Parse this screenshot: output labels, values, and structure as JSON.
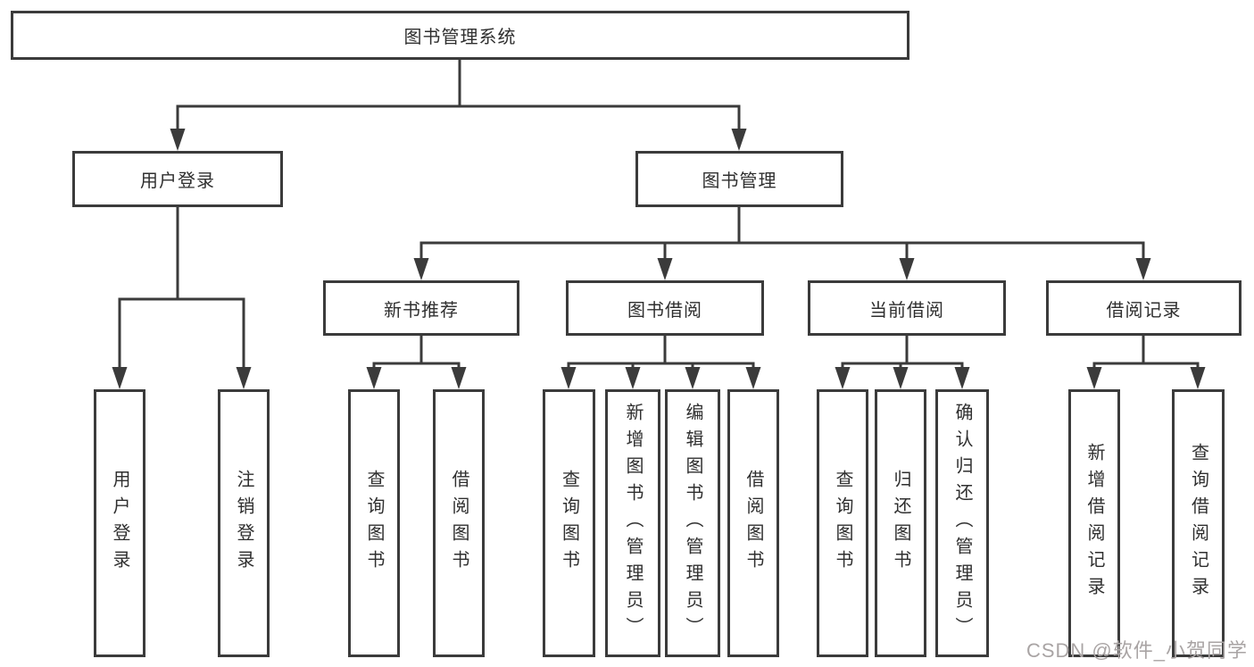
{
  "root": {
    "label": "图书管理系统"
  },
  "branches": [
    {
      "label": "用户登录",
      "children": [
        {
          "label": "用户登录"
        },
        {
          "label": "注销登录"
        }
      ]
    },
    {
      "label": "图书管理",
      "groups": [
        {
          "label": "新书推荐",
          "children": [
            {
              "label": "查询图书"
            },
            {
              "label": "借阅图书"
            }
          ]
        },
        {
          "label": "图书借阅",
          "children": [
            {
              "label": "查询图书"
            },
            {
              "label": "新增图书（管理员）"
            },
            {
              "label": "编辑图书（管理员）"
            },
            {
              "label": "借阅图书"
            }
          ]
        },
        {
          "label": "当前借阅",
          "children": [
            {
              "label": "查询图书"
            },
            {
              "label": "归还图书"
            },
            {
              "label": "确认归还（管理员）"
            }
          ]
        },
        {
          "label": "借阅记录",
          "children": [
            {
              "label": "新增借阅记录"
            },
            {
              "label": "查询借阅记录"
            }
          ]
        }
      ]
    }
  ],
  "watermark": {
    "text": "CSDN @软件_小贺同学"
  },
  "colors": {
    "line": "#3b3b3b",
    "box_border": "#3b3b3b",
    "text": "#2f2f2f",
    "watermark": "#a9a4a4",
    "background": "#ffffff"
  }
}
